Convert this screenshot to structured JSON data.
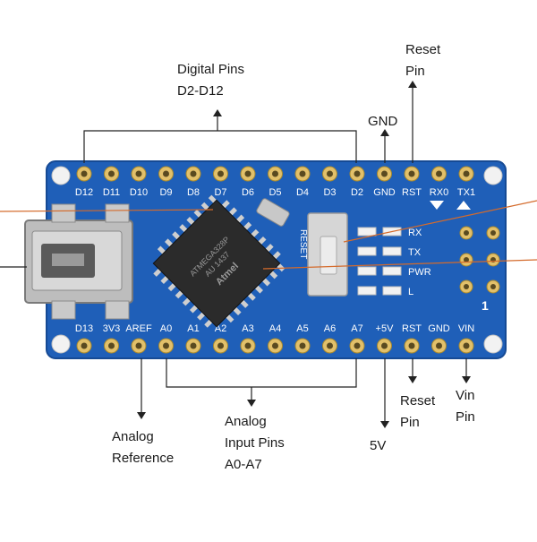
{
  "callouts": {
    "digital": [
      "Digital Pins",
      "D2-D12"
    ],
    "reset_top": [
      "Reset",
      "Pin"
    ],
    "gnd_top": "GND",
    "analog_ref": [
      "Analog",
      "Reference"
    ],
    "analog_in": [
      "Analog",
      "Input Pins",
      "A0-A7"
    ],
    "five_v": "5V",
    "reset_bottom": [
      "Reset",
      "Pin"
    ],
    "vin": [
      "Vin",
      "Pin"
    ]
  },
  "board": {
    "top_pins": [
      "D12",
      "D11",
      "D10",
      "D9",
      "D8",
      "D7",
      "D6",
      "D5",
      "D4",
      "D3",
      "D2",
      "GND",
      "RST",
      "RX0",
      "TX1"
    ],
    "bottom_pins": [
      "D13",
      "3V3",
      "AREF",
      "A0",
      "A1",
      "A2",
      "A3",
      "A4",
      "A5",
      "A6",
      "A7",
      "+5V",
      "RST",
      "GND",
      "VIN"
    ],
    "led_labels": [
      "RX",
      "TX",
      "PWR",
      "L"
    ],
    "reset_button_label": "RESET",
    "chip_text": [
      "ATMEGA328P",
      "AU 1437"
    ],
    "chip_logo": "Atmel",
    "pin_one_marker": "1"
  },
  "colors": {
    "board": "#1f5fb8",
    "board_edge": "#164a94",
    "pad": "#e2c06a",
    "chip": "#2b2b2b",
    "text": "#1a1a1a",
    "silk": "#ffffff"
  }
}
